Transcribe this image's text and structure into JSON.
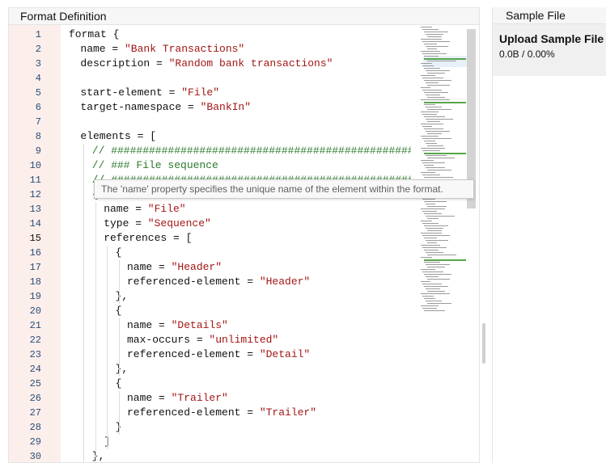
{
  "format_panel": {
    "title": "Format Definition"
  },
  "sample_panel": {
    "title": "Sample File",
    "upload_title": "Upload Sample File",
    "upload_stats": "0.0B / 0.00%"
  },
  "tooltip": {
    "text": "The 'name' property specifies the unique name of the element within the format."
  },
  "editor": {
    "active_line": 15,
    "lines": [
      {
        "num": "1",
        "indent": 0,
        "parts": [
          {
            "t": "format {",
            "c": "k"
          }
        ]
      },
      {
        "num": "2",
        "indent": 2,
        "parts": [
          {
            "t": "name = ",
            "c": "k"
          },
          {
            "t": "\"Bank Transactions\"",
            "c": "s"
          }
        ]
      },
      {
        "num": "3",
        "indent": 2,
        "parts": [
          {
            "t": "description = ",
            "c": "k"
          },
          {
            "t": "\"Random bank transactions\"",
            "c": "s"
          }
        ]
      },
      {
        "num": "4",
        "indent": 0,
        "parts": []
      },
      {
        "num": "5",
        "indent": 2,
        "parts": [
          {
            "t": "start-element = ",
            "c": "k"
          },
          {
            "t": "\"File\"",
            "c": "s"
          }
        ]
      },
      {
        "num": "6",
        "indent": 2,
        "parts": [
          {
            "t": "target-namespace = ",
            "c": "k"
          },
          {
            "t": "\"BankIn\"",
            "c": "s"
          }
        ]
      },
      {
        "num": "7",
        "indent": 0,
        "parts": []
      },
      {
        "num": "8",
        "indent": 2,
        "parts": [
          {
            "t": "elements = [",
            "c": "k"
          }
        ]
      },
      {
        "num": "9",
        "indent": 4,
        "parts": [
          {
            "t": "// ##################################################################",
            "c": "c"
          }
        ]
      },
      {
        "num": "10",
        "indent": 4,
        "parts": [
          {
            "t": "// ### File sequence",
            "c": "c"
          }
        ]
      },
      {
        "num": "11",
        "indent": 4,
        "parts": [
          {
            "t": "// ##################################################################",
            "c": "c"
          }
        ]
      },
      {
        "num": "12",
        "indent": 4,
        "parts": [
          {
            "t": "{",
            "c": "k"
          }
        ]
      },
      {
        "num": "13",
        "indent": 6,
        "parts": [
          {
            "t": "name = ",
            "c": "k"
          },
          {
            "t": "\"File\"",
            "c": "s"
          }
        ]
      },
      {
        "num": "14",
        "indent": 6,
        "parts": [
          {
            "t": "type = ",
            "c": "k"
          },
          {
            "t": "\"Sequence\"",
            "c": "s"
          }
        ]
      },
      {
        "num": "15",
        "indent": 6,
        "parts": [
          {
            "t": "references = [",
            "c": "k"
          }
        ]
      },
      {
        "num": "16",
        "indent": 8,
        "parts": [
          {
            "t": "{",
            "c": "k"
          }
        ]
      },
      {
        "num": "17",
        "indent": 10,
        "parts": [
          {
            "t": "name = ",
            "c": "k"
          },
          {
            "t": "\"Header\"",
            "c": "s"
          }
        ]
      },
      {
        "num": "18",
        "indent": 10,
        "parts": [
          {
            "t": "referenced-element = ",
            "c": "k"
          },
          {
            "t": "\"Header\"",
            "c": "s"
          }
        ]
      },
      {
        "num": "19",
        "indent": 8,
        "parts": [
          {
            "t": "},",
            "c": "k"
          }
        ]
      },
      {
        "num": "20",
        "indent": 8,
        "parts": [
          {
            "t": "{",
            "c": "k"
          }
        ]
      },
      {
        "num": "21",
        "indent": 10,
        "parts": [
          {
            "t": "name = ",
            "c": "k"
          },
          {
            "t": "\"Details\"",
            "c": "s"
          }
        ]
      },
      {
        "num": "22",
        "indent": 10,
        "parts": [
          {
            "t": "max-occurs = ",
            "c": "k"
          },
          {
            "t": "\"unlimited\"",
            "c": "s"
          }
        ]
      },
      {
        "num": "23",
        "indent": 10,
        "parts": [
          {
            "t": "referenced-element = ",
            "c": "k"
          },
          {
            "t": "\"Detail\"",
            "c": "s"
          }
        ]
      },
      {
        "num": "24",
        "indent": 8,
        "parts": [
          {
            "t": "},",
            "c": "k"
          }
        ]
      },
      {
        "num": "25",
        "indent": 8,
        "parts": [
          {
            "t": "{",
            "c": "k"
          }
        ]
      },
      {
        "num": "26",
        "indent": 10,
        "parts": [
          {
            "t": "name = ",
            "c": "k"
          },
          {
            "t": "\"Trailer\"",
            "c": "s"
          }
        ]
      },
      {
        "num": "27",
        "indent": 10,
        "parts": [
          {
            "t": "referenced-element = ",
            "c": "k"
          },
          {
            "t": "\"Trailer\"",
            "c": "s"
          }
        ]
      },
      {
        "num": "28",
        "indent": 8,
        "parts": [
          {
            "t": "}",
            "c": "k"
          }
        ]
      },
      {
        "num": "29",
        "indent": 6,
        "parts": [
          {
            "t": "]",
            "c": "k"
          }
        ]
      },
      {
        "num": "30",
        "indent": 4,
        "parts": [
          {
            "t": "},",
            "c": "k"
          }
        ]
      }
    ]
  },
  "colors": {
    "gutter_bg": "#fcefeb",
    "line_number": "#2a4d7a",
    "string": "#a31515",
    "comment": "#2c7a2c"
  }
}
